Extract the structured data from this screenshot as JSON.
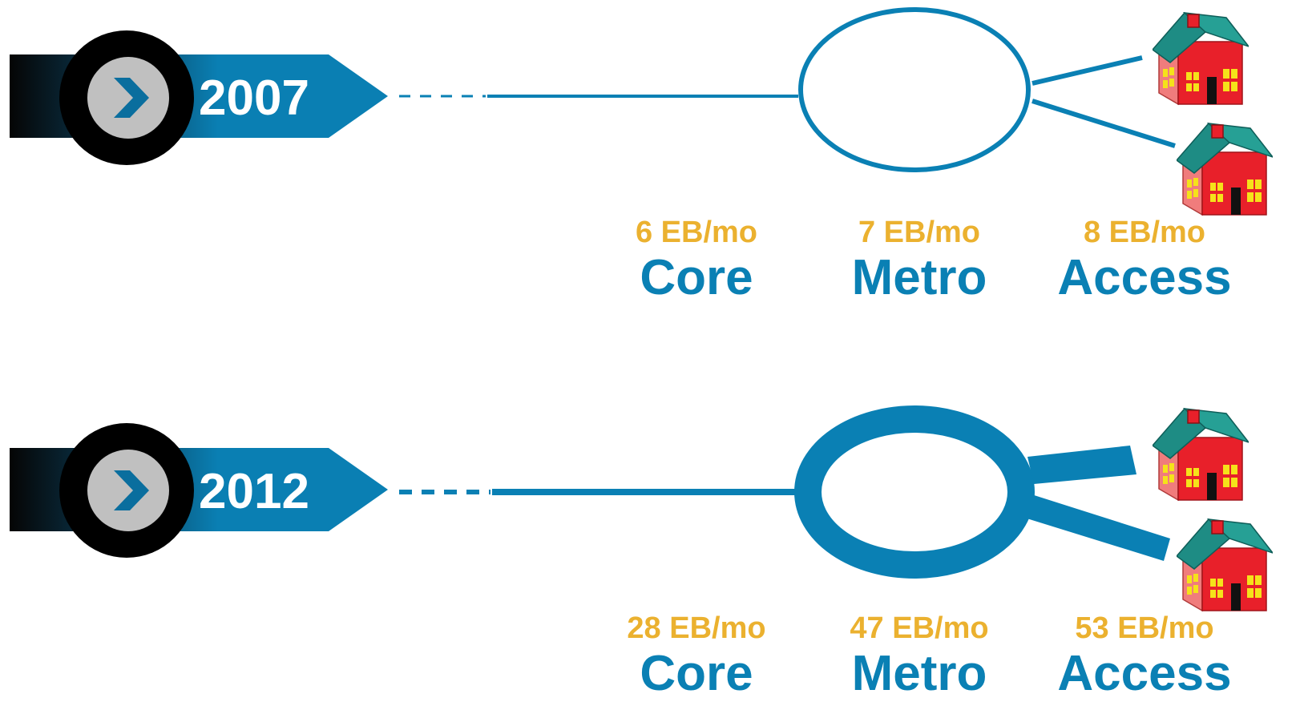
{
  "colors": {
    "accent_blue": "#0A80B4",
    "banner_blue": "#0A7FB3",
    "rate_gold": "#EBB12F",
    "roof_teal": "#1E8C84",
    "wall_red": "#E8202A",
    "wall_pink": "#F07C7C",
    "window_yellow": "#F5E21A",
    "chevron_gray": "#C0C0C0"
  },
  "icons": {
    "year_marker": "chevron-right-icon",
    "customer": "house-icon"
  },
  "rows": [
    {
      "year": "2007",
      "link_weight": "thin",
      "tiers": [
        {
          "rate": "6 EB/mo",
          "name": "Core"
        },
        {
          "rate": "7 EB/mo",
          "name": "Metro"
        },
        {
          "rate": "8 EB/mo",
          "name": "Access"
        }
      ]
    },
    {
      "year": "2012",
      "link_weight": "thick",
      "tiers": [
        {
          "rate": "28 EB/mo",
          "name": "Core"
        },
        {
          "rate": "47 EB/mo",
          "name": "Metro"
        },
        {
          "rate": "53 EB/mo",
          "name": "Access"
        }
      ]
    }
  ]
}
